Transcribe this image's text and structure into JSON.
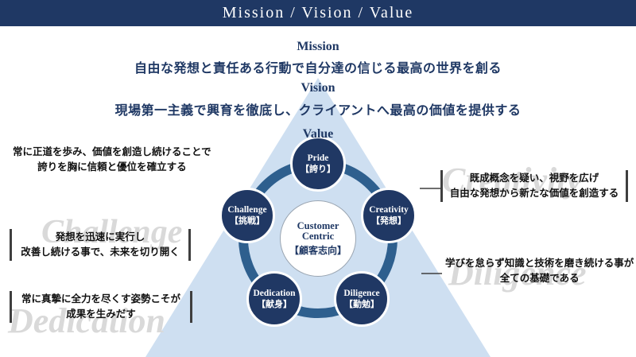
{
  "colors": {
    "navy": "#1f3864",
    "ring": "#2e5f8e",
    "triangle": "#c5d9ee",
    "circle": "#203864",
    "watermark": "#d9d9d9",
    "bar": "#3f3f3f"
  },
  "header": {
    "title": "Mission / Vision / Value"
  },
  "sections": {
    "mission": {
      "label": "Mission",
      "statement": "自由な発想と責任ある行動で自分達の信じる最高の世界を創る"
    },
    "vision": {
      "label": "Vision",
      "statement": "現場第一主義で興育を徹底し、クライアントへ最高の価値を提供する"
    },
    "value": {
      "label": "Value"
    }
  },
  "center": {
    "title": "Customer Centric",
    "subtitle": "【顧客志向】"
  },
  "values": [
    {
      "en": "Pride",
      "ja": "【誇り】"
    },
    {
      "en": "Challenge",
      "ja": "【挑戦】"
    },
    {
      "en": "Creativity",
      "ja": "【発想】"
    },
    {
      "en": "Dedication",
      "ja": "【献身】"
    },
    {
      "en": "Diligence",
      "ja": "【勤勉】"
    }
  ],
  "annotations": {
    "pride": {
      "line1": "常に正道を歩み、価値を創造し続けることで",
      "line2": "誇りを胸に信頼と優位を確立する"
    },
    "challenge": {
      "line1": "発想を迅速に実行し",
      "line2": "改善し続ける事で、未来を切り開く"
    },
    "dedication": {
      "line1": "常に真摯に全力を尽くす姿勢こそが",
      "line2": "成果を生みだす"
    },
    "creativity": {
      "line1": "既成概念を疑い、視野を広げ",
      "line2": "自由な発想から新たな価値を創造する"
    },
    "diligence": {
      "line1": "学びを怠らず知識と技術を磨き続ける事が",
      "line2": "全ての基礎である"
    }
  },
  "watermarks": {
    "challenge": "Challenge",
    "creativity": "Creativity",
    "diligence": "Diligence",
    "dedication": "Dedication"
  }
}
